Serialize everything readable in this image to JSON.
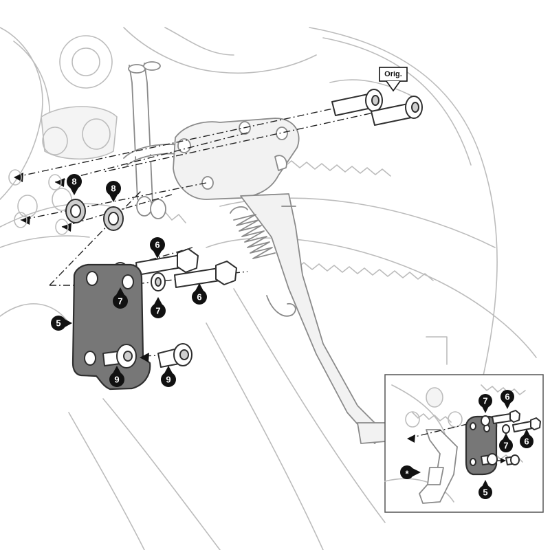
{
  "figure": {
    "orig_label": "Orig.",
    "star_label": "*",
    "callouts": {
      "spacer": "8",
      "bolt": "6",
      "washer": "7",
      "bracket": "5",
      "cap_screw": "9"
    }
  },
  "colors": {
    "line": "#222222",
    "part_dark": "#777777",
    "background_line": "#bcbcbc",
    "callout": "#111111"
  },
  "icons": {
    "callout_marker": "black-pin-circle",
    "direction_arrow": "solid-arrowhead"
  }
}
